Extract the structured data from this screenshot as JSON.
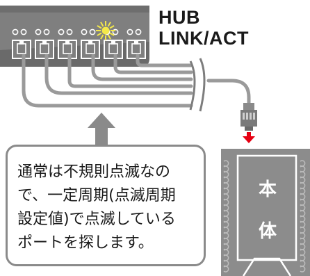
{
  "hub": {
    "label_line1": "HUB",
    "label_line2": "LINK/ACT",
    "port_count": 6,
    "blinking_port": 5,
    "blink_color": "#f3e84a",
    "body_color": "#7f7f7f"
  },
  "callout": {
    "text": "通常は不規則点滅なので、一定周期(点滅周期設定値)で点滅しているポートを探します。",
    "text_lines": [
      "通常は不規則点滅なの",
      "で、一定周期(点滅周期",
      "設定値)で点滅している",
      "ポートを探します。"
    ]
  },
  "unit": {
    "char1": "本",
    "char2": "体",
    "color": "#8c8c8c",
    "arrow_color": "#e60012"
  },
  "cable_color": "#9a9a9a",
  "pointer_arrow_color": "#8a8a8a"
}
